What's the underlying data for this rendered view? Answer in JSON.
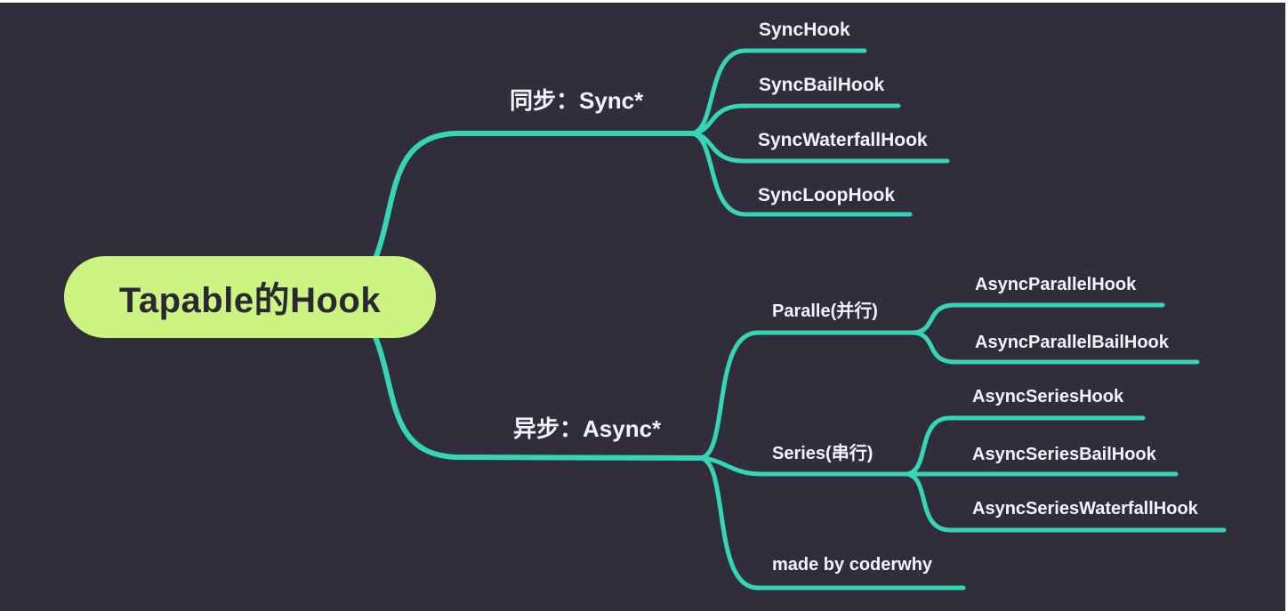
{
  "colors": {
    "background": "#322d3b",
    "edge": "#35d6b5",
    "root_fill": "#ccf481",
    "root_text": "#2b2733",
    "label_text": "#f4f3f5"
  },
  "root": {
    "label": "Tapable的Hook"
  },
  "sync": {
    "label": "同步：Sync*",
    "children": [
      {
        "label": "SyncHook"
      },
      {
        "label": "SyncBailHook"
      },
      {
        "label": "SyncWaterfallHook"
      },
      {
        "label": "SyncLoopHook"
      }
    ]
  },
  "async": {
    "label": "异步：Async*",
    "parallel": {
      "label": "Paralle(并行)",
      "children": [
        {
          "label": "AsyncParallelHook"
        },
        {
          "label": "AsyncParallelBailHook"
        }
      ]
    },
    "series": {
      "label": "Series(串行)",
      "children": [
        {
          "label": "AsyncSeriesHook"
        },
        {
          "label": "AsyncSeriesBailHook"
        },
        {
          "label": "AsyncSeriesWaterfallHook"
        }
      ]
    },
    "credit": {
      "label": "made by coderwhy"
    }
  }
}
